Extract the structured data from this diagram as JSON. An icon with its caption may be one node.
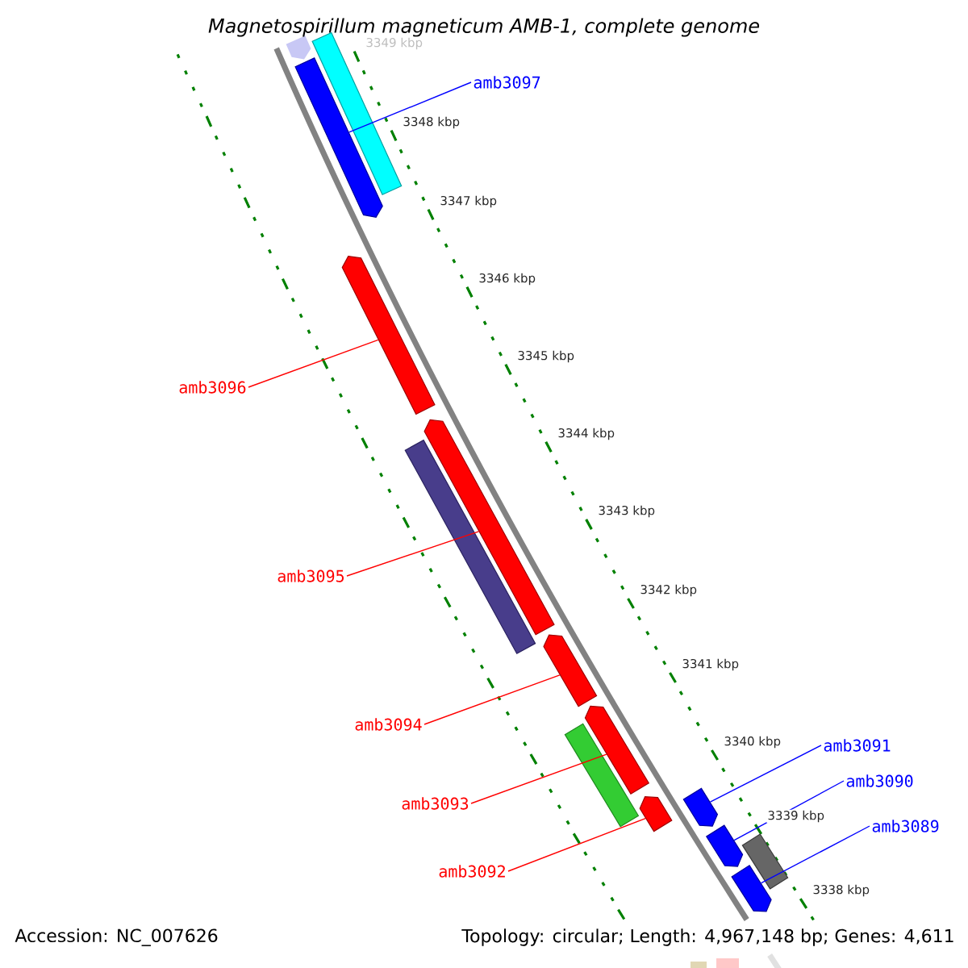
{
  "diagram": {
    "title": "Magnetospirillum magneticum AMB-1, complete genome",
    "nodes": [
      {
        "text": [
          "amb3097"
        ]
      },
      {
        "text": [],
        "shape": "arrow"
      },
      {
        "text": [],
        "shape": "bar"
      },
      {
        "text": [
          "amb3096"
        ]
      },
      {
        "text": [],
        "shape": "arrow"
      },
      {
        "text": [],
        "shape": "bar"
      },
      {
        "text": [],
        "shape": "arrow"
      },
      {
        "text": [
          "amb3095"
        ]
      },
      {
        "text": [
          "amb3094"
        ]
      },
      {
        "text": [],
        "shape": "arrow"
      },
      {
        "text": [],
        "shape": "bar"
      },
      {
        "text": [],
        "shape": "arrow"
      },
      {
        "text": [
          "amb3093"
        ]
      },
      {
        "text": [],
        "shape": "arrow"
      },
      {
        "text": [
          "amb3092"
        ]
      },
      {
        "text": [],
        "shape": "arrow"
      },
      {
        "text": [],
        "shape": "arrow"
      },
      {
        "text": [],
        "shape": "arrow"
      },
      {
        "text": [],
        "shape": "bar"
      },
      {
        "text": [
          "amb3091"
        ]
      },
      {
        "text": [
          "amb3090"
        ]
      },
      {
        "text": [
          "amb3089"
        ]
      }
    ],
    "edges": [
      {
        "from": 0,
        "to": 1,
        "arrow": "none",
        "color": "#0000ff"
      },
      {
        "from": 3,
        "to": 4,
        "arrow": "none"
      },
      {
        "from": 7,
        "to": 6,
        "arrow": "none"
      },
      {
        "from": 8,
        "to": 9,
        "arrow": "none"
      },
      {
        "from": 12,
        "to": 11,
        "arrow": "none"
      },
      {
        "from": 14,
        "to": 13,
        "arrow": "none"
      },
      {
        "from": 19,
        "to": 15,
        "arrow": "none",
        "color": "#0000ff"
      },
      {
        "from": 20,
        "to": 16,
        "arrow": "none",
        "color": "#0000ff"
      },
      {
        "from": 21,
        "to": 17,
        "arrow": "none",
        "color": "#0000ff"
      }
    ],
    "labels": [
      "3349 kbp",
      "3348 kbp",
      "3347 kbp",
      "3346 kbp",
      "3345 kbp",
      "3344 kbp",
      "3343 kbp",
      "3342 kbp",
      "3341 kbp",
      "3340 kbp",
      "3339 kbp",
      "3338 kbp",
      "Accession: NC_007626",
      "Topology: circular; Length: 4,967,148 bp; Genes: 4,611"
    ]
  }
}
